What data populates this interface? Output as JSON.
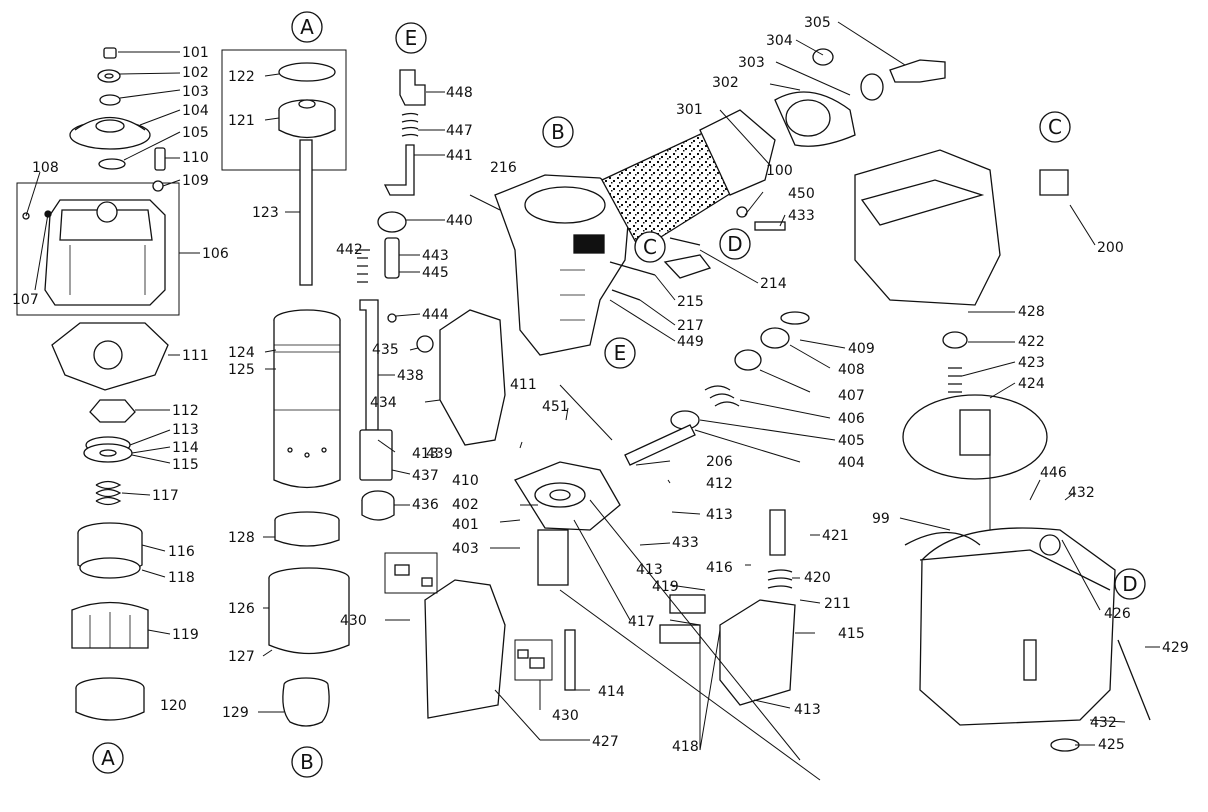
{
  "section_letters": [
    "A",
    "A",
    "B",
    "B",
    "C",
    "C",
    "D",
    "D",
    "E",
    "E"
  ],
  "part_numbers": [
    "101",
    "102",
    "103",
    "104",
    "105",
    "106",
    "107",
    "108",
    "109",
    "110",
    "111",
    "112",
    "113",
    "114",
    "115",
    "116",
    "117",
    "118",
    "119",
    "120",
    "121",
    "122",
    "123",
    "124",
    "125",
    "126",
    "127",
    "128",
    "129",
    "100",
    "99",
    "200",
    "206",
    "211",
    "214",
    "215",
    "216",
    "217",
    "301",
    "302",
    "303",
    "304",
    "305",
    "401",
    "402",
    "403",
    "404",
    "405",
    "406",
    "407",
    "408",
    "409",
    "410",
    "411",
    "412",
    "413",
    "413",
    "413",
    "413",
    "414",
    "415",
    "416",
    "417",
    "418",
    "419",
    "420",
    "421",
    "422",
    "423",
    "424",
    "425",
    "426",
    "427",
    "428",
    "429",
    "430",
    "430",
    "432",
    "432",
    "433",
    "433",
    "434",
    "435",
    "436",
    "437",
    "438",
    "439",
    "440",
    "441",
    "442",
    "443",
    "444",
    "445",
    "446",
    "447",
    "448",
    "449",
    "450",
    "451"
  ]
}
